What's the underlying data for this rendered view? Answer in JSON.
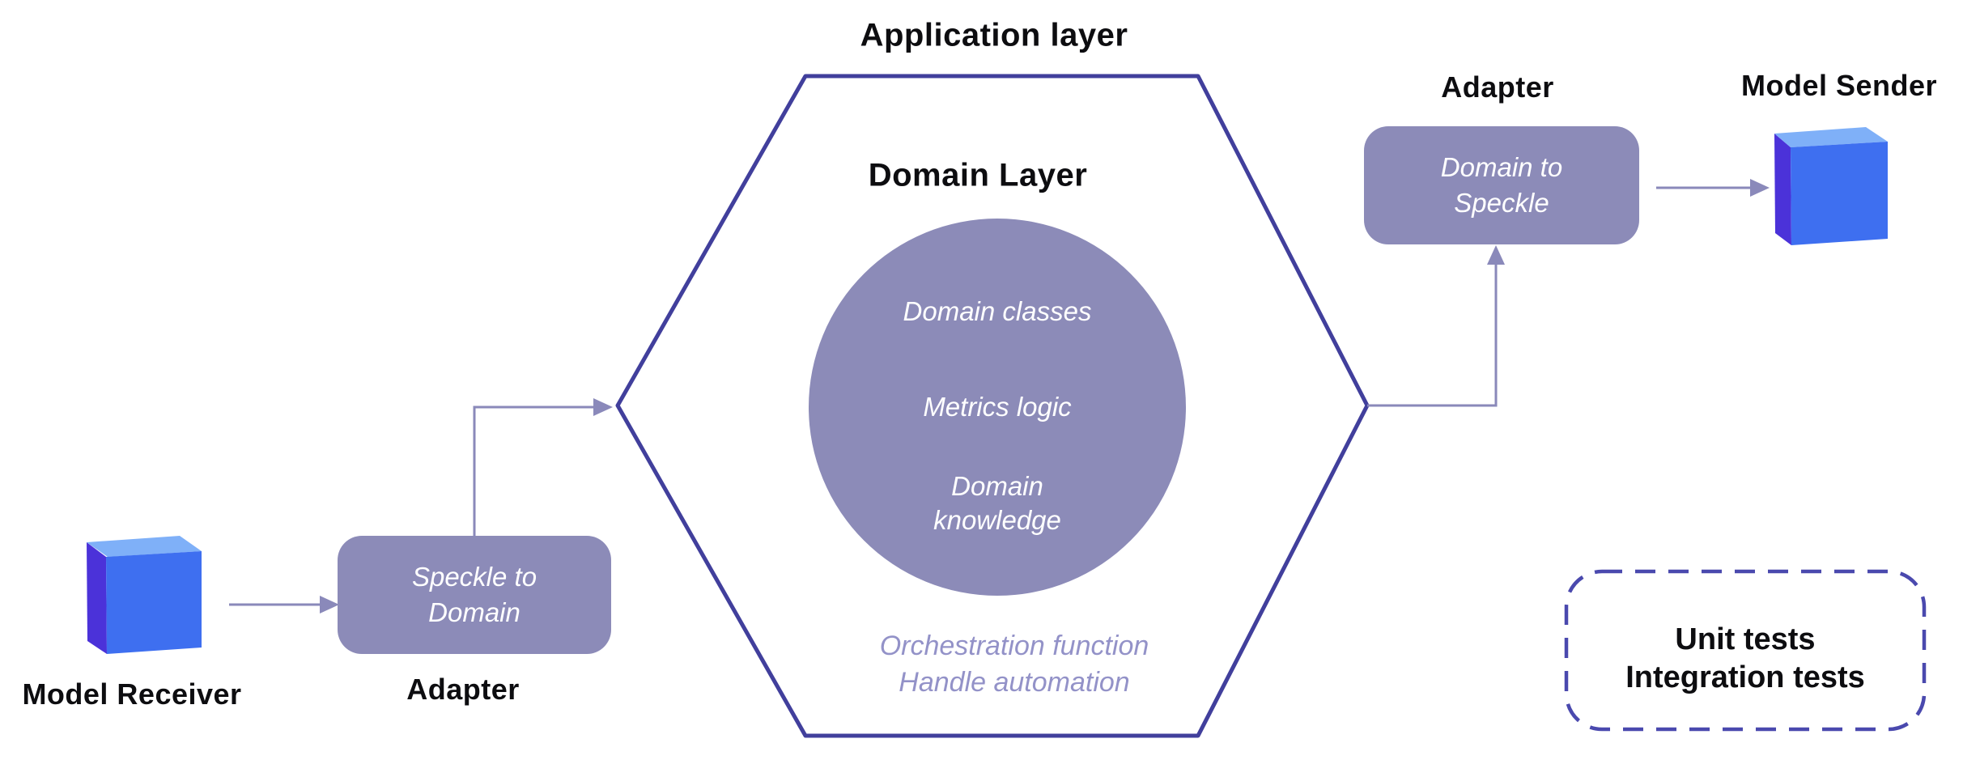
{
  "colors": {
    "background": "#ffffff",
    "outline_indigo": "#413f9c",
    "dashed_border": "#4a49ae",
    "shape_purple": "#8c8bb8",
    "connector_purple": "#8a89ba",
    "cube_front_blue": "#3e6ff0",
    "cube_top_blue": "#7fb0f8",
    "cube_side_indigo": "#4b32d9",
    "title_text": "#0d0d10",
    "shape_text": "#ffffff",
    "muted_text": "#9392c8"
  },
  "titles": {
    "application_layer": "Application layer",
    "domain_layer": "Domain Layer"
  },
  "domain_circle": {
    "items": [
      "Domain classes",
      "Metrics logic",
      "Domain knowledge"
    ]
  },
  "orchestration": {
    "line1": "Orchestration function",
    "line2": "Handle automation"
  },
  "model_receiver": {
    "label": "Model Receiver"
  },
  "adapter_in": {
    "label": "Adapter",
    "line1": "Speckle to",
    "line2": "Domain"
  },
  "adapter_out": {
    "label": "Adapter",
    "line1": "Domain to",
    "line2": "Speckle"
  },
  "model_sender": {
    "label": "Model Sender"
  },
  "tests_box": {
    "line1": "Unit tests",
    "line2": "Integration tests"
  }
}
